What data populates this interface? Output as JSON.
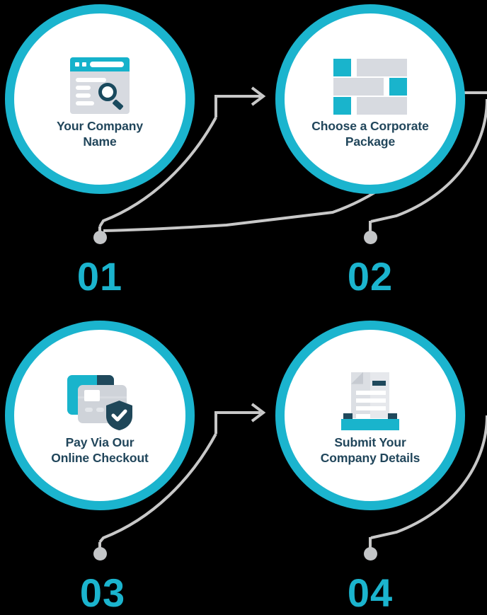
{
  "meta": {
    "title": "Company Formation Process Steps",
    "background_color": "#000000",
    "accent_color": "#1BB4CE",
    "label_color": "#21465B",
    "connector_color": "#C8C8C8",
    "circle_fill": "#FFFFFF"
  },
  "steps": [
    {
      "number": "01",
      "label_line1": "Your Company",
      "label_line2": "Name",
      "icon": "browser-search-icon"
    },
    {
      "number": "02",
      "label_line1": "Choose a Corporate",
      "label_line2": "Package",
      "icon": "package-list-icon"
    },
    {
      "number": "03",
      "label_line1": "Pay Via Our",
      "label_line2": "Online Checkout",
      "icon": "credit-card-shield-icon"
    },
    {
      "number": "04",
      "label_line1": "Submit Your",
      "label_line2": "Company Details",
      "icon": "document-tray-icon"
    }
  ]
}
